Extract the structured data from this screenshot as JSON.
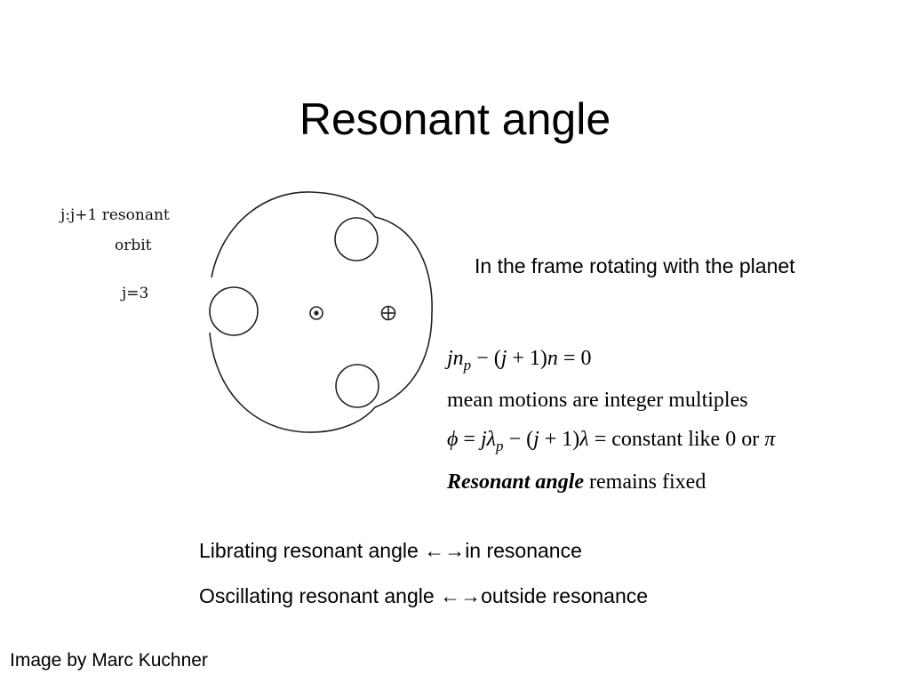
{
  "slide": {
    "title": "Resonant angle",
    "figure": {
      "label_line1": "j:j+1  resonant",
      "label_line2": "orbit",
      "label_j": "j=3"
    },
    "frame_note": "In the frame rotating with the planet",
    "equations": {
      "eq1": {
        "t1": "j",
        "t2": "n",
        "sub": "p",
        "t3": " − (",
        "t4": "j",
        "t5": " + 1)",
        "t6": "n",
        "t7": " = 0"
      },
      "mean_motions": "mean motions are integer multiples",
      "eq2": {
        "phi": "ϕ",
        "eq": " = ",
        "j": "j",
        "lambda": "λ",
        "sub": "p",
        "minus": " − (",
        "j2": "j",
        "plus": " + 1)",
        "lambda2": "λ",
        "tail": " = constant like 0 or ",
        "pi": "π"
      },
      "resonant_bold": "Resonant angle",
      "remains_fixed": " remains fixed"
    },
    "bullets": [
      {
        "label": "Librating resonant angle ",
        "arrow": "←→",
        "result": "in resonance"
      },
      {
        "label": "Oscillating resonant angle ",
        "arrow": "←→",
        "result": "outside resonance"
      }
    ],
    "credit": "Image by Marc Kuchner"
  }
}
